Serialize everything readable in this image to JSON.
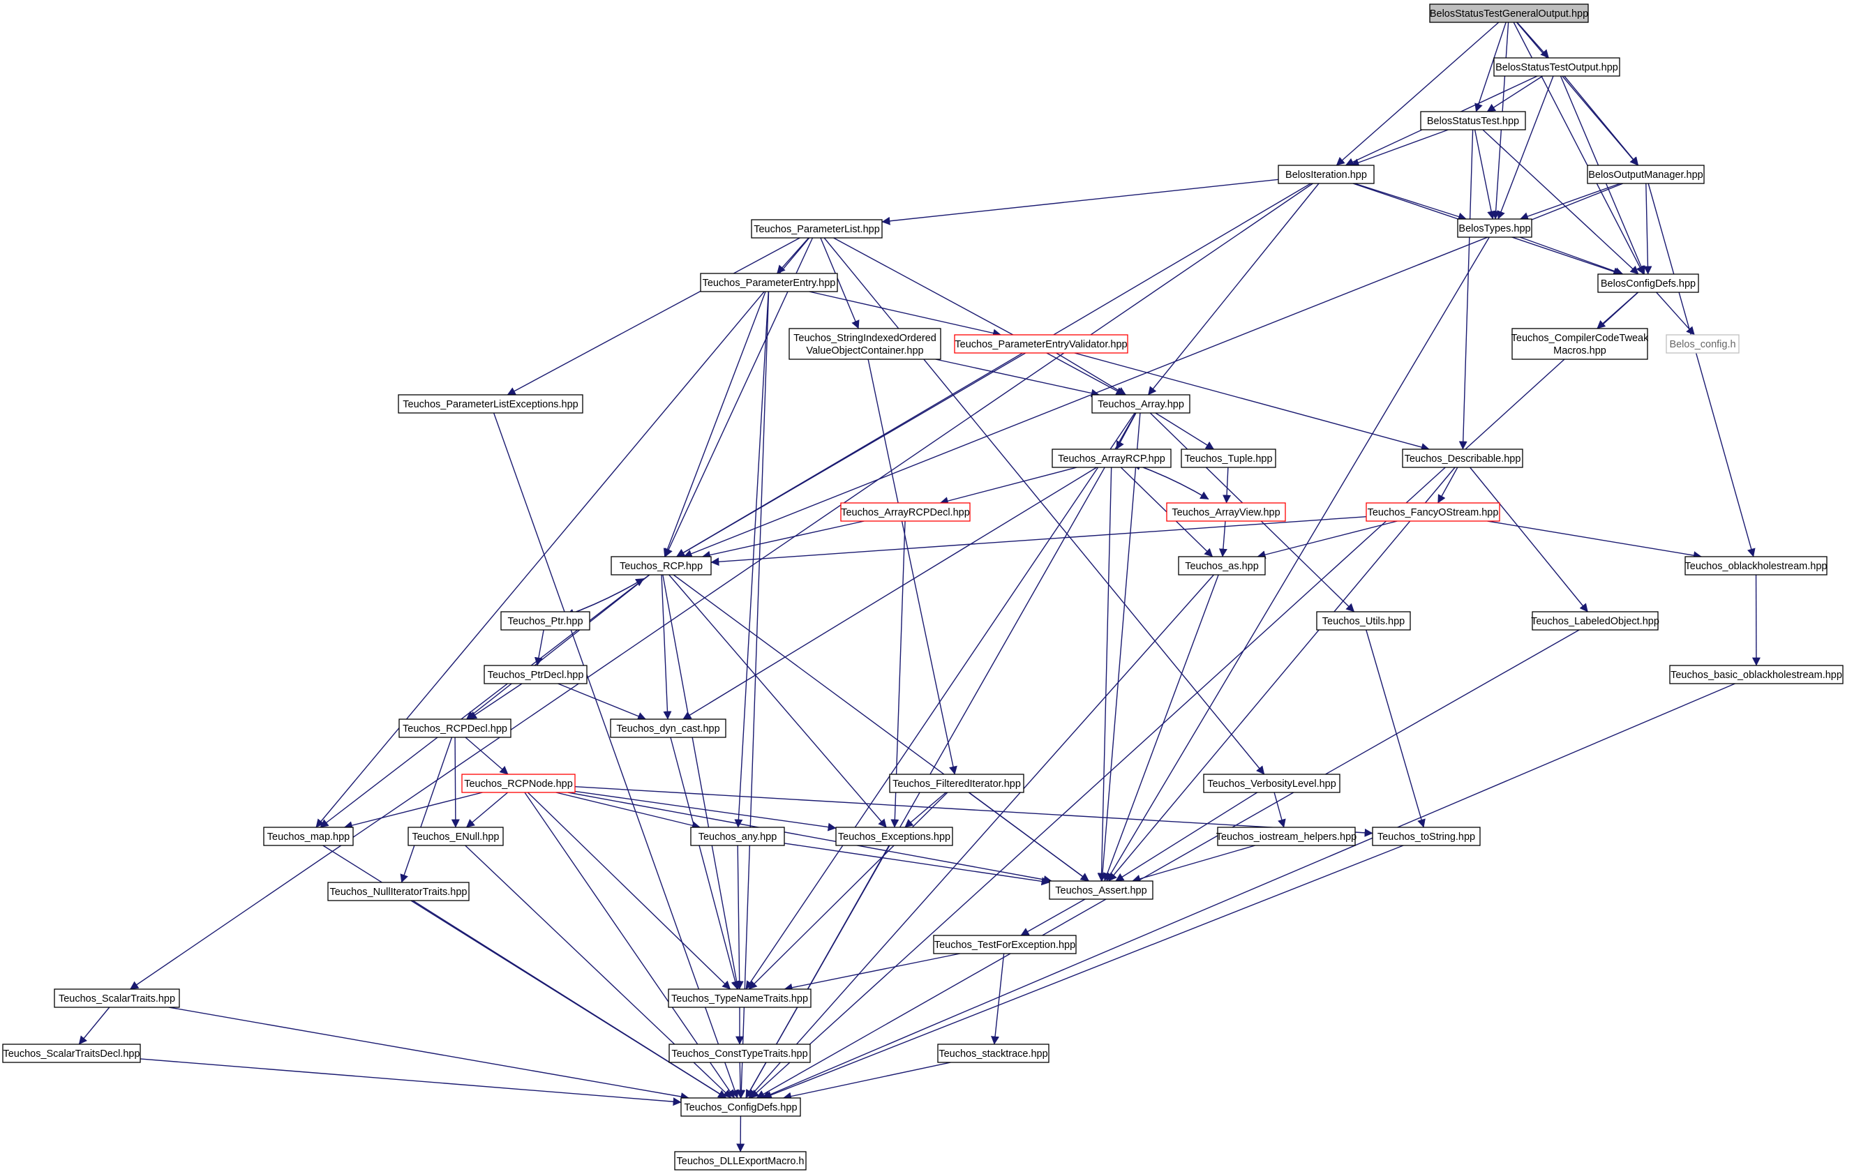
{
  "diagram": {
    "edge_color": "#191970",
    "node_colors": {
      "root_fill": "#bfbfbf",
      "normal_border": "#000000",
      "truncated_border": "#ff0000",
      "external_border": "#bfbfbf",
      "external_text": "#666666"
    },
    "nodes": [
      {
        "id": "root",
        "lines": [
          "BelosStatusTestGeneralOutput.hpp"
        ],
        "kind": "root"
      },
      {
        "id": "stout",
        "lines": [
          "BelosStatusTestOutput.hpp"
        ],
        "kind": "normal"
      },
      {
        "id": "st",
        "lines": [
          "BelosStatusTest.hpp"
        ],
        "kind": "normal"
      },
      {
        "id": "iter",
        "lines": [
          "BelosIteration.hpp"
        ],
        "kind": "normal"
      },
      {
        "id": "outmgr",
        "lines": [
          "BelosOutputManager.hpp"
        ],
        "kind": "normal"
      },
      {
        "id": "types",
        "lines": [
          "BelosTypes.hpp"
        ],
        "kind": "normal"
      },
      {
        "id": "cfgdefs",
        "lines": [
          "BelosConfigDefs.hpp"
        ],
        "kind": "normal"
      },
      {
        "id": "plist",
        "lines": [
          "Teuchos_ParameterList.hpp"
        ],
        "kind": "normal"
      },
      {
        "id": "pentry",
        "lines": [
          "Teuchos_ParameterEntry.hpp"
        ],
        "kind": "normal"
      },
      {
        "id": "sioc",
        "lines": [
          "Teuchos_StringIndexedOrdered",
          "ValueObjectContainer.hpp"
        ],
        "kind": "normal"
      },
      {
        "id": "pev",
        "lines": [
          "Teuchos_ParameterEntryValidator.hpp"
        ],
        "kind": "truncated"
      },
      {
        "id": "cct",
        "lines": [
          "Teuchos_CompilerCodeTweak",
          "Macros.hpp"
        ],
        "kind": "normal"
      },
      {
        "id": "bconfig",
        "lines": [
          "Belos_config.h"
        ],
        "kind": "external"
      },
      {
        "id": "plex",
        "lines": [
          "Teuchos_ParameterListExceptions.hpp"
        ],
        "kind": "normal"
      },
      {
        "id": "array",
        "lines": [
          "Teuchos_Array.hpp"
        ],
        "kind": "normal"
      },
      {
        "id": "arcp",
        "lines": [
          "Teuchos_ArrayRCP.hpp"
        ],
        "kind": "normal"
      },
      {
        "id": "tuple",
        "lines": [
          "Teuchos_Tuple.hpp"
        ],
        "kind": "normal"
      },
      {
        "id": "descr",
        "lines": [
          "Teuchos_Describable.hpp"
        ],
        "kind": "normal"
      },
      {
        "id": "arcpdecl",
        "lines": [
          "Teuchos_ArrayRCPDecl.hpp"
        ],
        "kind": "truncated"
      },
      {
        "id": "aview",
        "lines": [
          "Teuchos_ArrayView.hpp"
        ],
        "kind": "truncated"
      },
      {
        "id": "fancy",
        "lines": [
          "Teuchos_FancyOStream.hpp"
        ],
        "kind": "truncated"
      },
      {
        "id": "rcp",
        "lines": [
          "Teuchos_RCP.hpp"
        ],
        "kind": "normal"
      },
      {
        "id": "as",
        "lines": [
          "Teuchos_as.hpp"
        ],
        "kind": "normal"
      },
      {
        "id": "oblack",
        "lines": [
          "Teuchos_oblackholestream.hpp"
        ],
        "kind": "normal"
      },
      {
        "id": "ptr",
        "lines": [
          "Teuchos_Ptr.hpp"
        ],
        "kind": "normal"
      },
      {
        "id": "utils",
        "lines": [
          "Teuchos_Utils.hpp"
        ],
        "kind": "normal"
      },
      {
        "id": "labeled",
        "lines": [
          "Teuchos_LabeledObject.hpp"
        ],
        "kind": "normal"
      },
      {
        "id": "ptrdecl",
        "lines": [
          "Teuchos_PtrDecl.hpp"
        ],
        "kind": "normal"
      },
      {
        "id": "boblack",
        "lines": [
          "Teuchos_basic_oblackholestream.hpp"
        ],
        "kind": "normal"
      },
      {
        "id": "rcpdecl",
        "lines": [
          "Teuchos_RCPDecl.hpp"
        ],
        "kind": "normal"
      },
      {
        "id": "dyncast",
        "lines": [
          "Teuchos_dyn_cast.hpp"
        ],
        "kind": "normal"
      },
      {
        "id": "rcpnode",
        "lines": [
          "Teuchos_RCPNode.hpp"
        ],
        "kind": "truncated"
      },
      {
        "id": "filtiter",
        "lines": [
          "Teuchos_FilteredIterator.hpp"
        ],
        "kind": "normal"
      },
      {
        "id": "verb",
        "lines": [
          "Teuchos_VerbosityLevel.hpp"
        ],
        "kind": "normal"
      },
      {
        "id": "map",
        "lines": [
          "Teuchos_map.hpp"
        ],
        "kind": "normal"
      },
      {
        "id": "enull",
        "lines": [
          "Teuchos_ENull.hpp"
        ],
        "kind": "normal"
      },
      {
        "id": "any",
        "lines": [
          "Teuchos_any.hpp"
        ],
        "kind": "normal"
      },
      {
        "id": "except",
        "lines": [
          "Teuchos_Exceptions.hpp"
        ],
        "kind": "normal"
      },
      {
        "id": "ioshelp",
        "lines": [
          "Teuchos_iostream_helpers.hpp"
        ],
        "kind": "normal"
      },
      {
        "id": "tostring",
        "lines": [
          "Teuchos_toString.hpp"
        ],
        "kind": "normal"
      },
      {
        "id": "nulliter",
        "lines": [
          "Teuchos_NullIteratorTraits.hpp"
        ],
        "kind": "normal"
      },
      {
        "id": "assert",
        "lines": [
          "Teuchos_Assert.hpp"
        ],
        "kind": "normal"
      },
      {
        "id": "testexc",
        "lines": [
          "Teuchos_TestForException.hpp"
        ],
        "kind": "normal"
      },
      {
        "id": "scalar",
        "lines": [
          "Teuchos_ScalarTraits.hpp"
        ],
        "kind": "normal"
      },
      {
        "id": "typename",
        "lines": [
          "Teuchos_TypeNameTraits.hpp"
        ],
        "kind": "normal"
      },
      {
        "id": "scalardecl",
        "lines": [
          "Teuchos_ScalarTraitsDecl.hpp"
        ],
        "kind": "normal"
      },
      {
        "id": "consttype",
        "lines": [
          "Teuchos_ConstTypeTraits.hpp"
        ],
        "kind": "normal"
      },
      {
        "id": "stack",
        "lines": [
          "Teuchos_stacktrace.hpp"
        ],
        "kind": "normal"
      },
      {
        "id": "tcfg",
        "lines": [
          "Teuchos_ConfigDefs.hpp"
        ],
        "kind": "normal"
      },
      {
        "id": "dll",
        "lines": [
          "Teuchos_DLLExportMacro.h"
        ],
        "kind": "normal"
      }
    ],
    "edges": [
      [
        "root",
        "stout"
      ],
      [
        "root",
        "st"
      ],
      [
        "root",
        "iter"
      ],
      [
        "root",
        "outmgr"
      ],
      [
        "root",
        "types"
      ],
      [
        "root",
        "cfgdefs"
      ],
      [
        "stout",
        "st"
      ],
      [
        "stout",
        "iter"
      ],
      [
        "stout",
        "outmgr"
      ],
      [
        "stout",
        "types"
      ],
      [
        "stout",
        "cfgdefs"
      ],
      [
        "st",
        "iter"
      ],
      [
        "st",
        "types"
      ],
      [
        "st",
        "cfgdefs"
      ],
      [
        "st",
        "descr"
      ],
      [
        "iter",
        "types"
      ],
      [
        "iter",
        "cfgdefs"
      ],
      [
        "iter",
        "plist"
      ],
      [
        "iter",
        "array"
      ],
      [
        "iter",
        "rcp"
      ],
      [
        "iter",
        "scalar"
      ],
      [
        "outmgr",
        "types"
      ],
      [
        "outmgr",
        "cfgdefs"
      ],
      [
        "outmgr",
        "rcp"
      ],
      [
        "outmgr",
        "oblack"
      ],
      [
        "types",
        "cfgdefs"
      ],
      [
        "types",
        "assert"
      ],
      [
        "cfgdefs",
        "cct"
      ],
      [
        "cfgdefs",
        "bconfig"
      ],
      [
        "cfgdefs",
        "tcfg"
      ],
      [
        "plist",
        "pentry"
      ],
      [
        "plist",
        "sioc"
      ],
      [
        "plist",
        "plex"
      ],
      [
        "plist",
        "array"
      ],
      [
        "plist",
        "rcp"
      ],
      [
        "plist",
        "map"
      ],
      [
        "plist",
        "verb"
      ],
      [
        "pentry",
        "pev"
      ],
      [
        "pentry",
        "rcp"
      ],
      [
        "pentry",
        "any"
      ],
      [
        "pentry",
        "tcfg"
      ],
      [
        "sioc",
        "array"
      ],
      [
        "sioc",
        "filtiter"
      ],
      [
        "pev",
        "array"
      ],
      [
        "pev",
        "rcp"
      ],
      [
        "pev",
        "descr"
      ],
      [
        "plex",
        "tcfg"
      ],
      [
        "array",
        "arcp"
      ],
      [
        "array",
        "tuple"
      ],
      [
        "array",
        "assert"
      ],
      [
        "array",
        "typename"
      ],
      [
        "array",
        "utils"
      ],
      [
        "array",
        "tcfg"
      ],
      [
        "arcp",
        "arcpdecl"
      ],
      [
        "arcp",
        "aview"
      ],
      [
        "arcp",
        "as"
      ],
      [
        "arcp",
        "assert"
      ],
      [
        "arcp",
        "dyncast"
      ],
      [
        "tuple",
        "aview"
      ],
      [
        "aview",
        "arcp"
      ],
      [
        "aview",
        "as"
      ],
      [
        "descr",
        "fancy"
      ],
      [
        "descr",
        "labeled"
      ],
      [
        "descr",
        "assert"
      ],
      [
        "arcpdecl",
        "rcp"
      ],
      [
        "arcpdecl",
        "except"
      ],
      [
        "fancy",
        "rcp"
      ],
      [
        "fancy",
        "as"
      ],
      [
        "fancy",
        "oblack"
      ],
      [
        "rcp",
        "ptr"
      ],
      [
        "rcp",
        "rcpdecl"
      ],
      [
        "rcp",
        "dyncast"
      ],
      [
        "rcp",
        "typename"
      ],
      [
        "rcp",
        "map"
      ],
      [
        "rcp",
        "except"
      ],
      [
        "rcp",
        "assert"
      ],
      [
        "ptr",
        "rcp"
      ],
      [
        "ptr",
        "ptrdecl"
      ],
      [
        "ptrdecl",
        "rcpdecl"
      ],
      [
        "ptrdecl",
        "dyncast"
      ],
      [
        "as",
        "assert"
      ],
      [
        "as",
        "tcfg"
      ],
      [
        "oblack",
        "boblack"
      ],
      [
        "boblack",
        "tcfg"
      ],
      [
        "labeled",
        "tcfg"
      ],
      [
        "utils",
        "tostring"
      ],
      [
        "rcpdecl",
        "rcpnode"
      ],
      [
        "rcpdecl",
        "enull"
      ],
      [
        "rcpdecl",
        "nulliter"
      ],
      [
        "dyncast",
        "typename"
      ],
      [
        "rcpnode",
        "map"
      ],
      [
        "rcpnode",
        "enull"
      ],
      [
        "rcpnode",
        "any"
      ],
      [
        "rcpnode",
        "except"
      ],
      [
        "rcpnode",
        "assert"
      ],
      [
        "rcpnode",
        "typename"
      ],
      [
        "rcpnode",
        "tostring"
      ],
      [
        "rcpnode",
        "tcfg"
      ],
      [
        "filtiter",
        "except"
      ],
      [
        "filtiter",
        "assert"
      ],
      [
        "filtiter",
        "typename"
      ],
      [
        "verb",
        "ioshelp"
      ],
      [
        "verb",
        "assert"
      ],
      [
        "map",
        "tcfg"
      ],
      [
        "enull",
        "tcfg"
      ],
      [
        "any",
        "assert"
      ],
      [
        "any",
        "typename"
      ],
      [
        "except",
        "tcfg"
      ],
      [
        "ioshelp",
        "assert"
      ],
      [
        "tostring",
        "tcfg"
      ],
      [
        "nulliter",
        "tcfg"
      ],
      [
        "assert",
        "testexc"
      ],
      [
        "testexc",
        "typename"
      ],
      [
        "testexc",
        "stack"
      ],
      [
        "scalar",
        "scalardecl"
      ],
      [
        "scalar",
        "tcfg"
      ],
      [
        "scalardecl",
        "tcfg"
      ],
      [
        "typename",
        "consttype"
      ],
      [
        "consttype",
        "tcfg"
      ],
      [
        "stack",
        "tcfg"
      ],
      [
        "tcfg",
        "dll"
      ]
    ]
  }
}
